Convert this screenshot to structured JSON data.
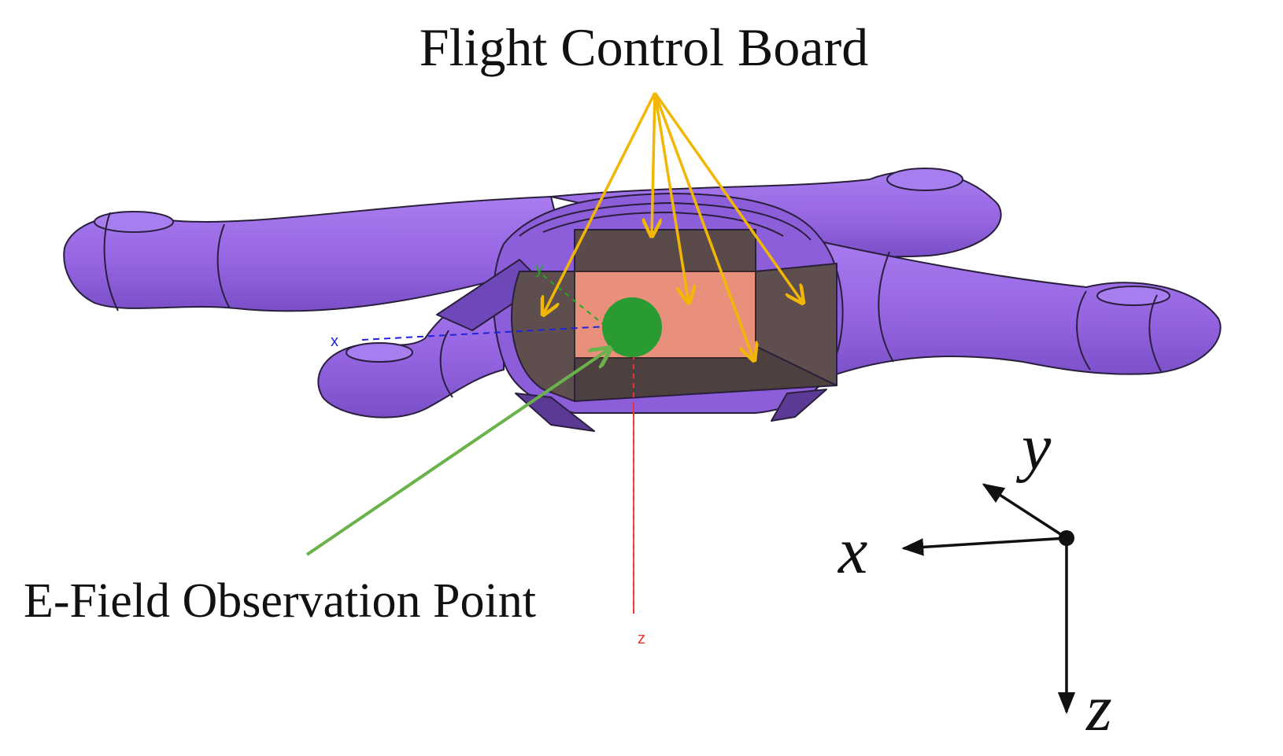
{
  "figure": {
    "title_label": "Flight Control Board",
    "observation_label": "E-Field Observation Point",
    "model_axes": {
      "x": "x",
      "y": "y",
      "z": "z"
    },
    "reference_axes": {
      "x": "x",
      "y": "y",
      "z": "z"
    }
  },
  "colors": {
    "drone_body": "#9a68e6",
    "drone_shadow": "#6e47b8",
    "drone_outline": "#2a1f3d",
    "cavity": "#5e4f4e",
    "board": "#e8907c",
    "observation_point": "#2a9a32",
    "board_arrows": "#f2b705",
    "observation_arrow": "#6ab24a",
    "axis_x": "#2222dd",
    "axis_y": "#22aa22",
    "axis_z": "#ee3333",
    "text": "#111111"
  }
}
